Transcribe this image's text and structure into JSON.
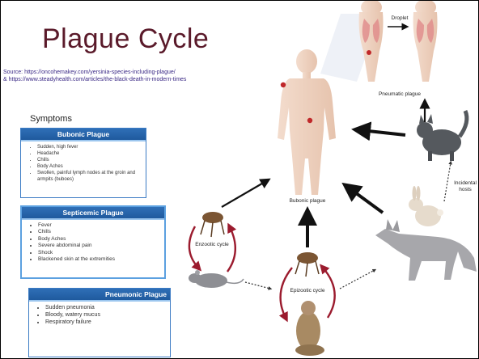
{
  "slide": {
    "title": "Plague Cycle",
    "source_line1": "Source: https://oncohemakey.com/yersinia-species-including-plague/",
    "source_line2": "& https://www.steadyhealth.com/articles/the-black-death-in-modern-times",
    "symptoms_heading": "Symptoms"
  },
  "bubonic": {
    "title": "Bubonic Plague",
    "items": [
      "Sudden, high fever",
      "Headache",
      "Chills",
      "Body Aches",
      "Swollen, painful lymph nodes at the groin and armpits (buboes)"
    ]
  },
  "septicemic": {
    "title": "Septicemic Plague",
    "items": [
      "Fever",
      "Chills",
      "Body Aches",
      "Severe abdominal pain",
      "Shock",
      "Blackened skin at the extremities"
    ]
  },
  "pneumonic": {
    "title": "Pneumonic Plague",
    "items": [
      "Sudden pneumonia",
      "Bloody, watery mucus",
      "Respiratory failure"
    ]
  },
  "diagram": {
    "droplet": "Droplet",
    "pneumatic_plague": "Pneumatic plague",
    "bubonic_plague": "Bubonic plague",
    "incidental_hosts": "Incidental hosts",
    "enzootic_cycle": "Enzootic cycle",
    "epizootic_cycle": "Epizootic cycle"
  }
}
